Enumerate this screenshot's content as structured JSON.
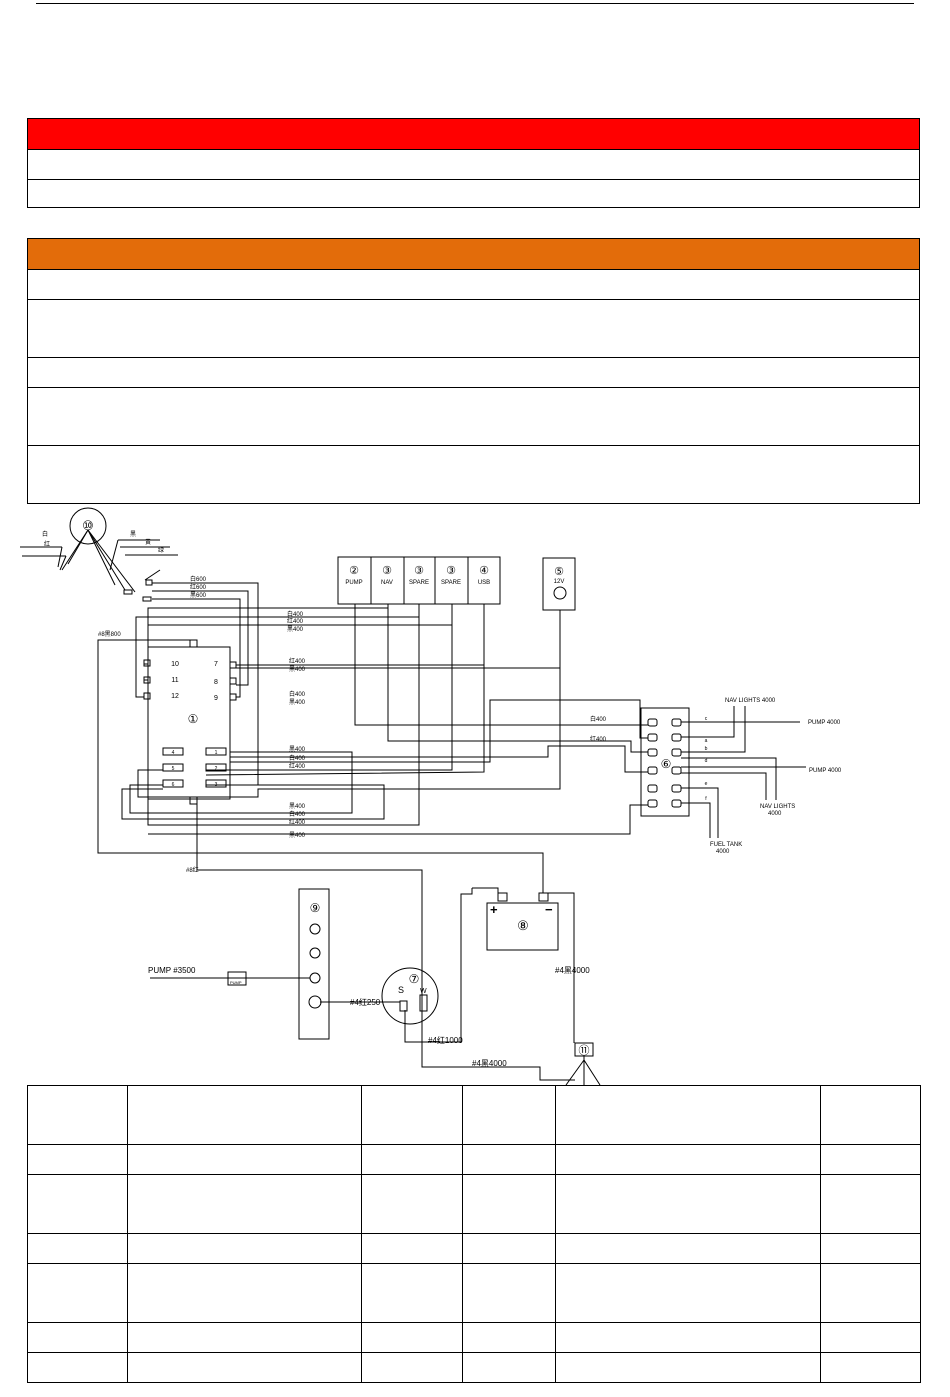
{
  "diagram": {
    "components": {
      "c2": {
        "num": "②",
        "label": "PUMP"
      },
      "c3a": {
        "num": "③",
        "label": "NAV"
      },
      "c3b": {
        "num": "③",
        "label": "SPARE"
      },
      "c3c": {
        "num": "③",
        "label": "SPARE"
      },
      "c4": {
        "num": "④",
        "label": "USB"
      },
      "c5": {
        "num": "⑤",
        "label": "12V"
      },
      "c1": {
        "num": "①"
      },
      "c6": {
        "num": "⑥"
      },
      "c8": {
        "num": "⑧"
      },
      "c9": {
        "num": "⑨"
      },
      "c7": {
        "num": "⑦"
      },
      "c10": {
        "num": "⑩"
      },
      "c11": {
        "num": "⑪"
      }
    },
    "switch_pins": [
      "10",
      "11",
      "12",
      "7",
      "8",
      "9",
      "4",
      "5",
      "6",
      "1",
      "2",
      "3"
    ],
    "labels": {
      "nav_lights_top": "NAV LIGHTS 4000",
      "pump_right_1": "PUMP 4000",
      "pump_right_2": "PUMP 4000",
      "nav_lights_bottom_1": "NAV LIGHTS",
      "nav_lights_bottom_2": "4000",
      "fuel_tank_1": "FUEL TANK",
      "fuel_tank_2": "4000",
      "pump_3500": "PUMP  #3500",
      "pump_small": "PUMP",
      "w4_250": "#4红250",
      "w4_1000": "#4红1000",
      "w4_4000a": "#4黑4000",
      "w4_4000b": "#4黑4000",
      "w_800": "#8黑800",
      "w_8red": "#8红",
      "w600a": "白600",
      "w600b": "红600",
      "w600c": "黑600",
      "w400_1": "白400",
      "w400_2": "红400",
      "w400_3": "黑400",
      "w400_4": "红400",
      "w400_5": "黑400",
      "w400_6": "白400",
      "w400_7": "黑400",
      "w400_8": "黑400",
      "w400_9": "白400",
      "w400_10": "红400",
      "w400_11": "黑400",
      "w400_12": "白400",
      "w400_13": "红400",
      "w400_14": "黑400",
      "w400_15": "白400",
      "plus": "+",
      "minus": "−",
      "s": "S",
      "w": "W",
      "legend_a": "白",
      "legend_b": "红",
      "legend_c": "黑",
      "legend_d": "黄",
      "legend_e": "绿"
    },
    "fuse_letters": [
      "c",
      "a",
      "b",
      "d",
      "e",
      "f"
    ]
  }
}
